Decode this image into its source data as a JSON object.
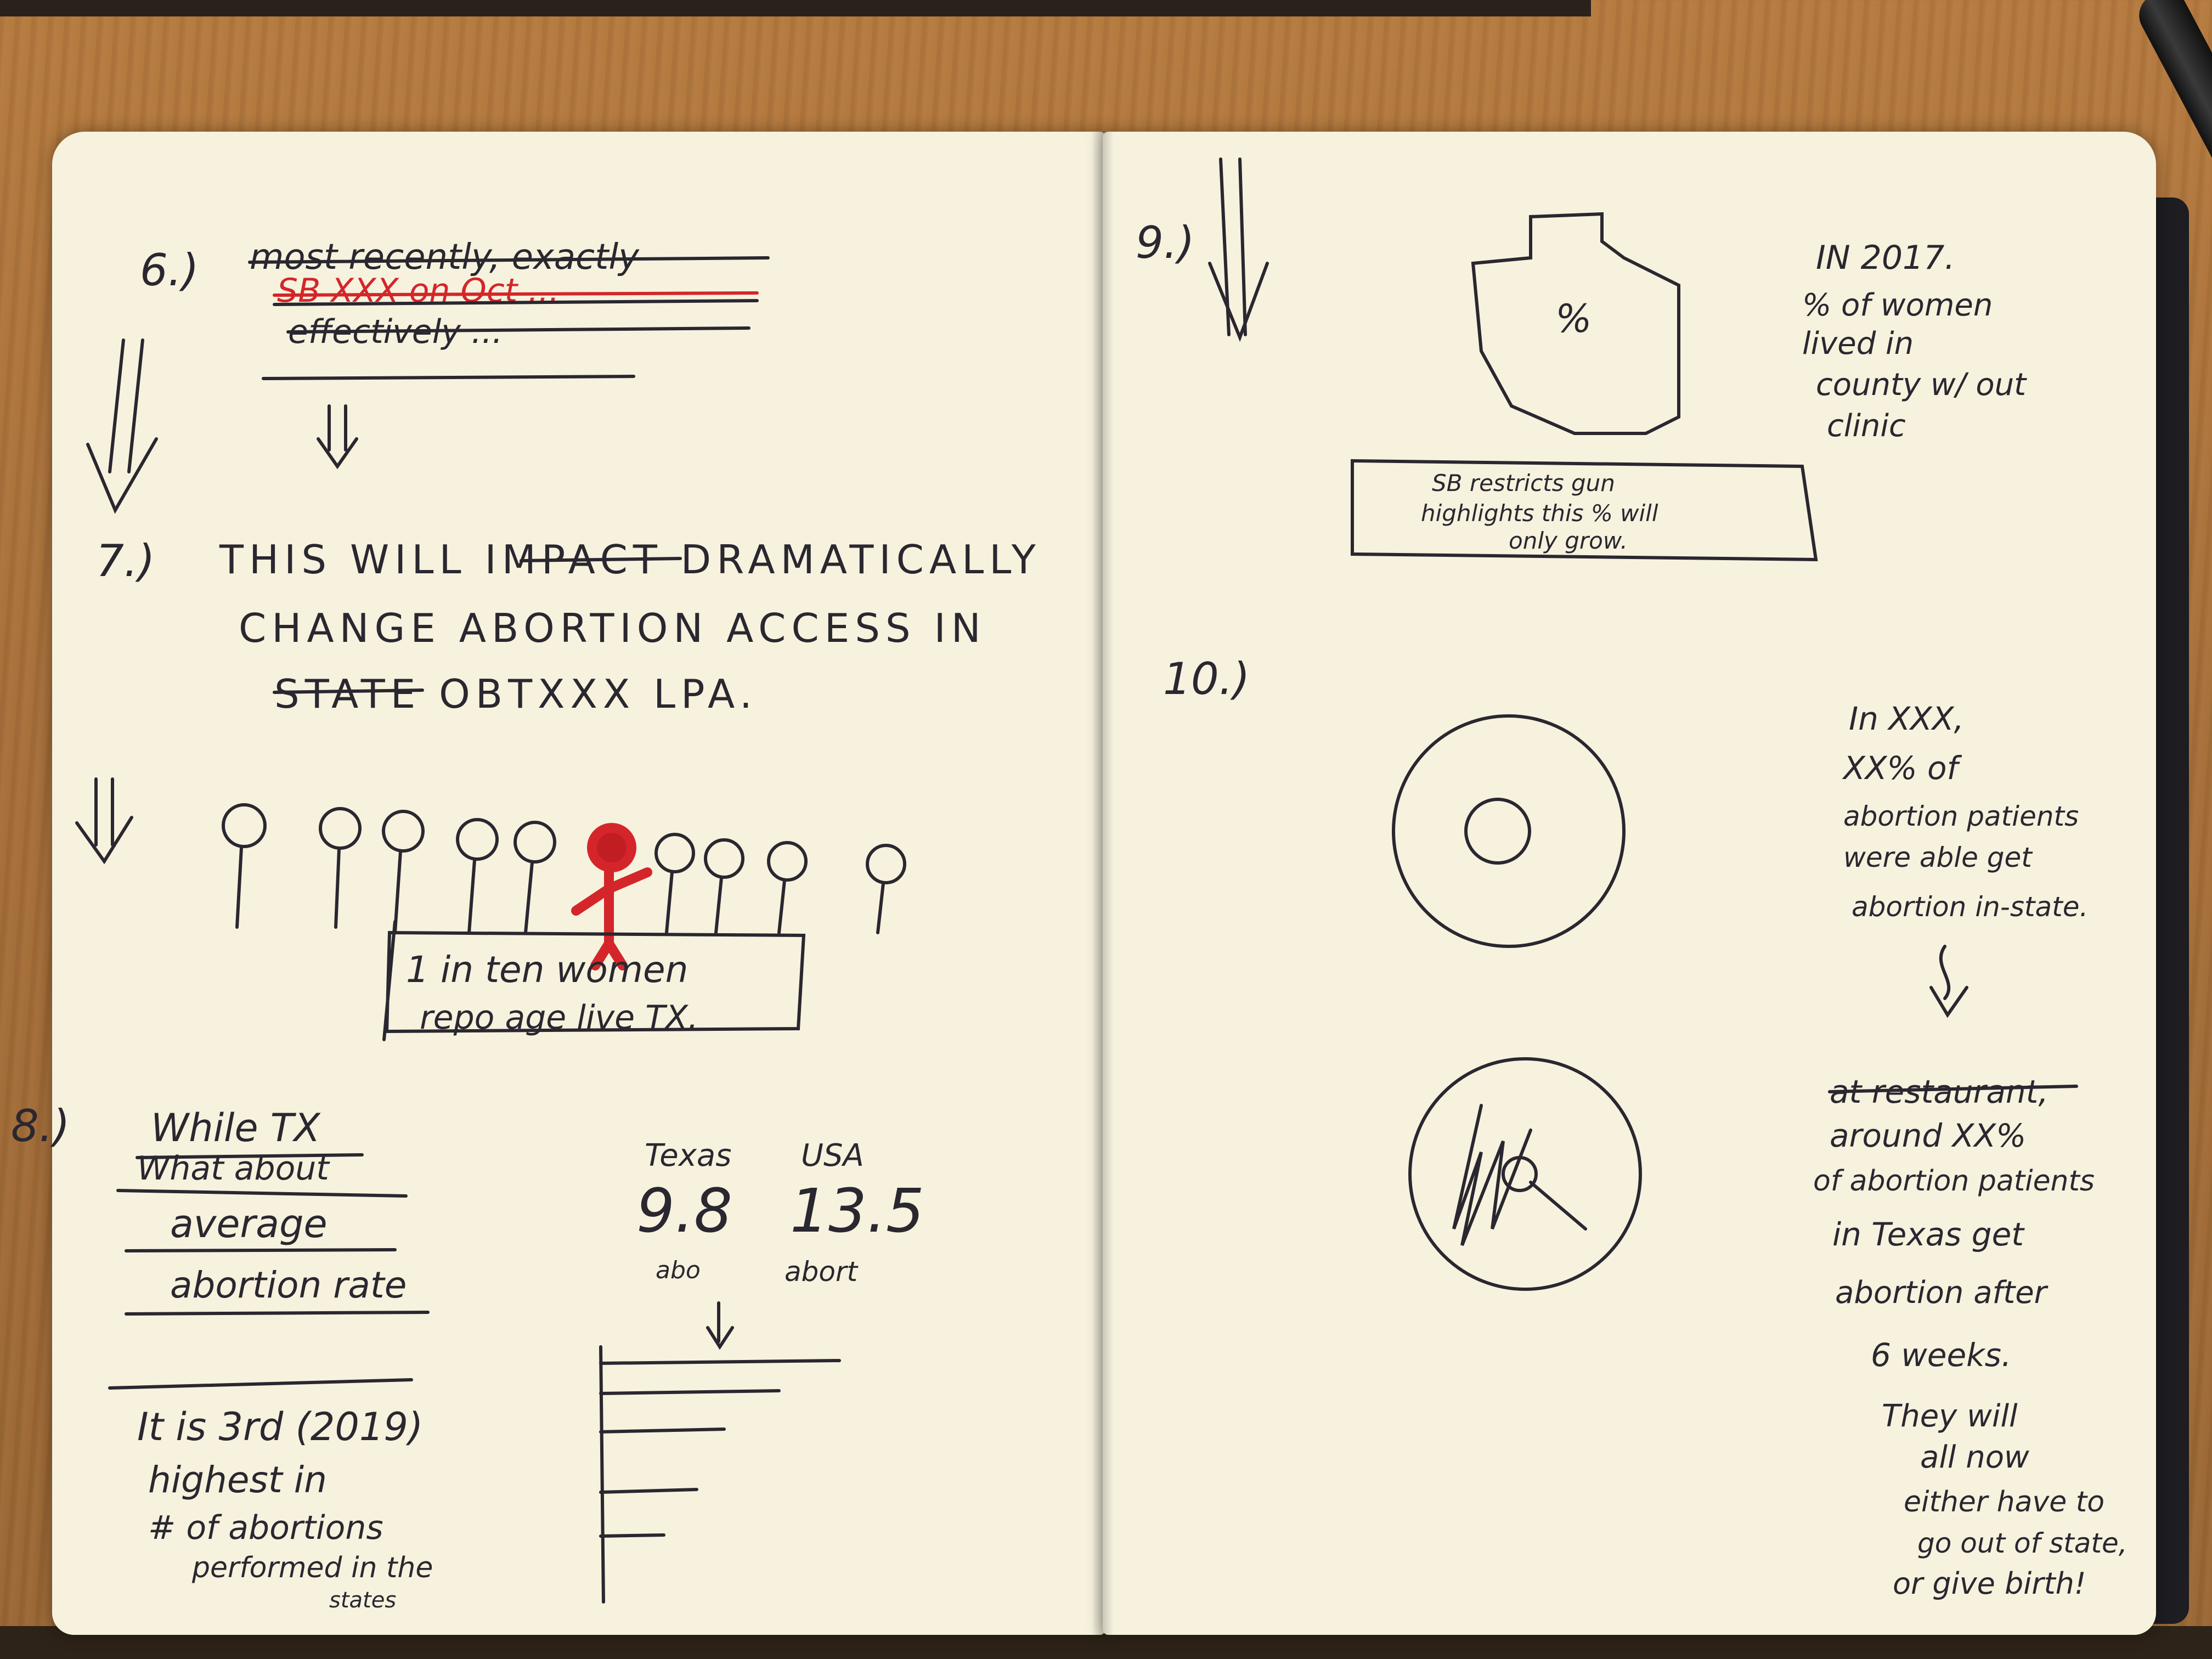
{
  "photo": {
    "subject": "open notebook sketch",
    "colors": {
      "table": "#a8703a",
      "paper": "#f6f2de",
      "ink": "#2a2730",
      "red_ink": "#d4262a"
    }
  },
  "left_page": {
    "step6": {
      "num": "6.)",
      "line1": "most recently, exactly",
      "line2": "SB XXX on Oct ...",
      "line3": "effectively ..."
    },
    "step7": {
      "num": "7.)",
      "line1": "THIS WILL IMPACT DRAMATICALLY",
      "line2": "CHANGE ABORTION ACCESS IN",
      "line3": "STATE OBTXXX LPA."
    },
    "callout": {
      "line1": "1 in ten women",
      "line2": "repo age live TX."
    },
    "step8": {
      "num": "8.)",
      "line1": "While TX",
      "line2": "What about",
      "line3": "average",
      "line4": "abortion rate",
      "col1_label": "Texas",
      "col1_value": "9.8",
      "col1_unit": "abo",
      "col2_label": "USA",
      "col2_value": "13.5",
      "col2_unit": "abort",
      "rank_line1": "It is 3rd (2019)",
      "rank_line2": "highest in",
      "rank_line3": "# of abortions",
      "rank_line4": "performed in the",
      "rank_line5": "states"
    }
  },
  "right_page": {
    "step9": {
      "num": "9.)",
      "shape_label": "%",
      "note_line1": "IN 2017.",
      "note_line2": "% of women",
      "note_line3": "lived in",
      "note_line4": "county w/ out",
      "note_line5": "clinic",
      "box_line1": "SB restricts gun",
      "box_line2": "highlights this % will",
      "box_line3": "only grow."
    },
    "step10": {
      "num": "10.)",
      "note_line1": "In XXX,",
      "note_line2": "XX% of",
      "note_line3": "abortion patients",
      "note_line4": "were able get",
      "note_line5": "abortion in-state.",
      "note2_line1": "at restaurant,",
      "note2_line2": "around XX%",
      "note2_line3": "of abortion patients",
      "note2_line4": "in Texas get",
      "note2_line5": "abortion after",
      "note2_line6": "6 weeks.",
      "note2_line7": "They will",
      "note2_line8": "all now",
      "note2_line9": "either have to",
      "note2_line10": "go out of state,",
      "note2_line11": "or give birth!"
    }
  }
}
